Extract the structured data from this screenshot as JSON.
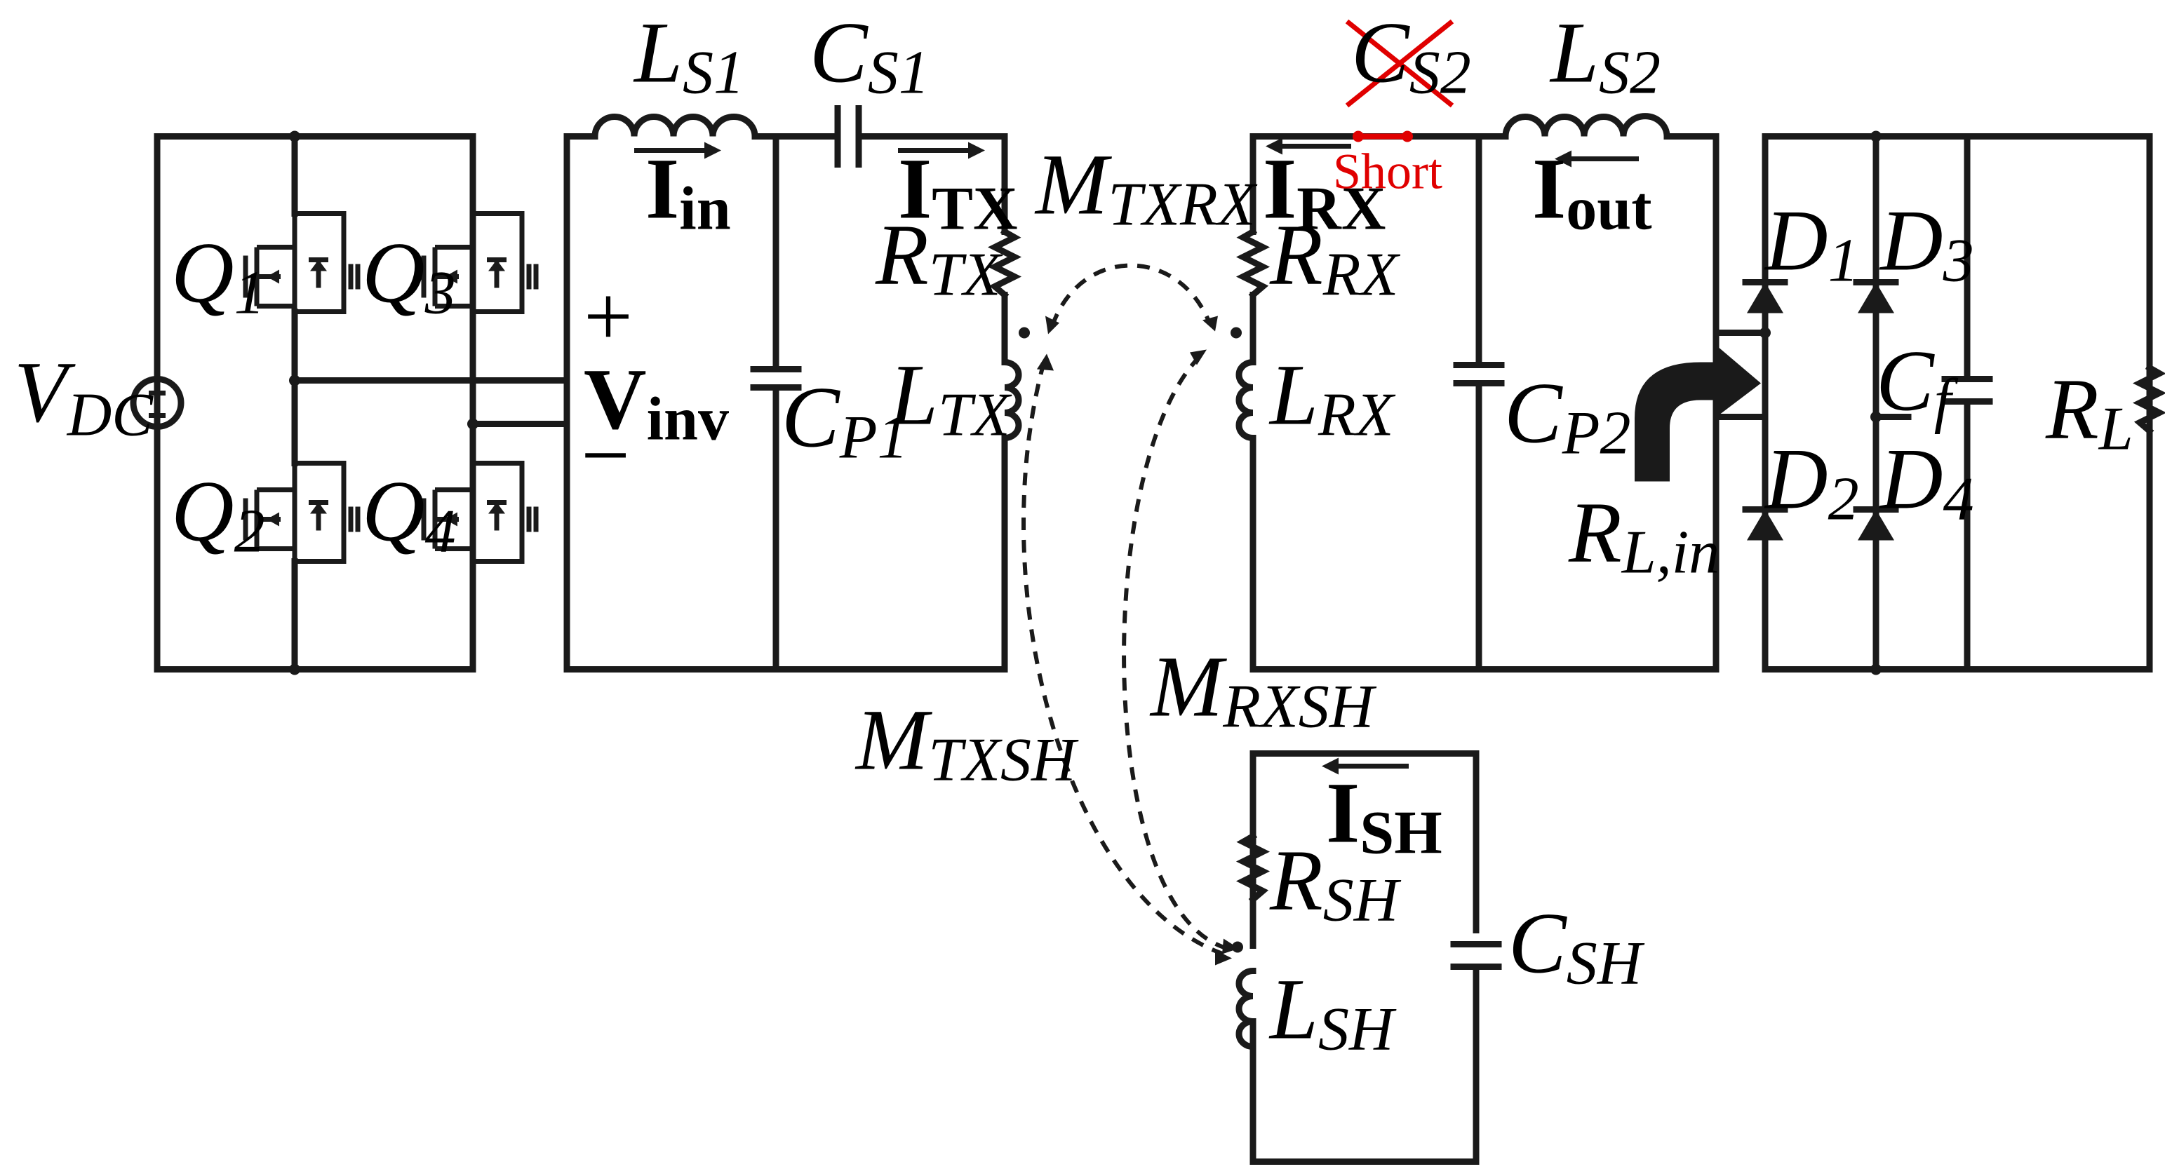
{
  "labels": {
    "vdc": "V",
    "vdc_sub": "DC",
    "q1": "Q",
    "q1_sub": "1",
    "q2": "Q",
    "q2_sub": "2",
    "q3": "Q",
    "q3_sub": "3",
    "q4": "Q",
    "q4_sub": "4",
    "vinv_plus": "+",
    "vinv": "V",
    "vinv_sub": "inv",
    "vinv_minus": "−",
    "ls1": "L",
    "ls1_sub": "S1",
    "cs1": "C",
    "cs1_sub": "S1",
    "iin": "I",
    "iin_sub": "in",
    "itx": "I",
    "itx_sub": "TX",
    "rtx": "R",
    "rtx_sub": "TX",
    "ltx": "L",
    "ltx_sub": "TX",
    "cp1": "C",
    "cp1_sub": "P1",
    "mtxrx": "M",
    "mtxrx_sub": "TXRX",
    "cs2": "C",
    "cs2_sub": "S2",
    "short": "Short",
    "ls2": "L",
    "ls2_sub": "S2",
    "irx": "I",
    "irx_sub": "RX",
    "iout": "I",
    "iout_sub": "out",
    "rrx": "R",
    "rrx_sub": "RX",
    "lrx": "L",
    "lrx_sub": "RX",
    "cp2": "C",
    "cp2_sub": "P2",
    "d1": "D",
    "d1_sub": "1",
    "d2": "D",
    "d2_sub": "2",
    "d3": "D",
    "d3_sub": "3",
    "d4": "D",
    "d4_sub": "4",
    "cf": "C",
    "cf_sub": "f",
    "rl": "R",
    "rl_sub": "L",
    "rlin": "R",
    "rlin_sub": "L,in",
    "mtxsh": "M",
    "mtxsh_sub": "TXSH",
    "mrxsh": "M",
    "mrxsh_sub": "RXSH",
    "ish": "I",
    "ish_sub": "SH",
    "rsh": "R",
    "rsh_sub": "SH",
    "lsh": "L",
    "lsh_sub": "SH",
    "csh": "C",
    "csh_sub": "SH"
  },
  "colors": {
    "ink": "#1a1a1a",
    "highlight": "#e00000"
  }
}
